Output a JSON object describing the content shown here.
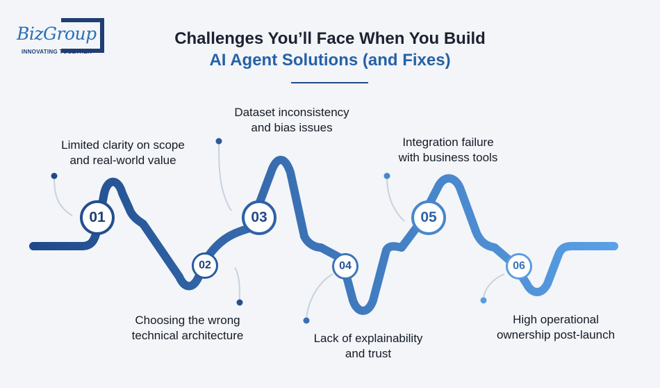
{
  "logo": {
    "brand": "BizGroup",
    "tagline": "INNOVATING TOGETHER"
  },
  "title": {
    "line1": "Challenges You’ll Face When You Build",
    "line2": "AI Agent Solutions (and Fixes)"
  },
  "colors": {
    "start": "#1f4a8a",
    "end": "#5aa0e6",
    "title_accent": "#2561a8",
    "text": "#141a26"
  },
  "steps": [
    {
      "number": "01",
      "lines": [
        "Limited clarity on scope",
        "and real-world value"
      ]
    },
    {
      "number": "02",
      "lines": [
        "Choosing the wrong",
        "technical architecture"
      ]
    },
    {
      "number": "03",
      "lines": [
        "Dataset inconsistency",
        "and bias issues"
      ]
    },
    {
      "number": "04",
      "lines": [
        "Lack of explainability",
        "and trust"
      ]
    },
    {
      "number": "05",
      "lines": [
        "Integration failure",
        "with business tools"
      ]
    },
    {
      "number": "06",
      "lines": [
        "High operational",
        "ownership post-launch"
      ]
    }
  ]
}
